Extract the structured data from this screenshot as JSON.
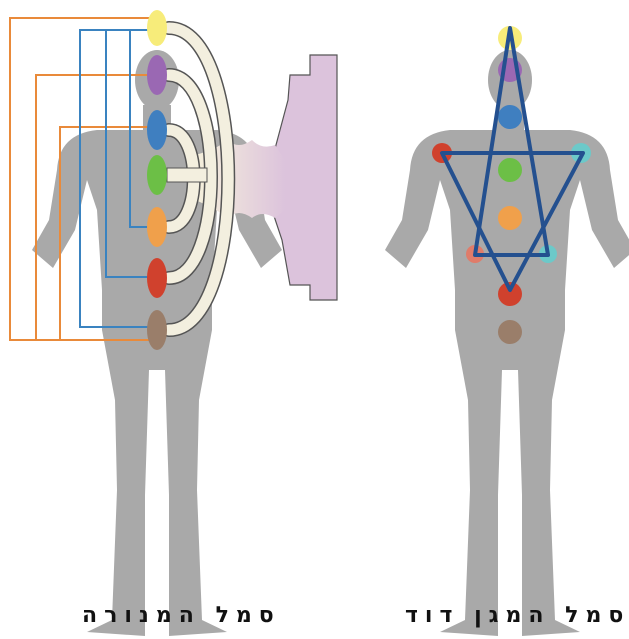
{
  "captions": {
    "menorah": "סמל המנורה",
    "star_of_david": "סמל המגן דוד"
  },
  "colors": {
    "body": "#a9a9a9",
    "orange_line": "#e98a3a",
    "blue_line": "#3a83c0",
    "arc_fill": "#f3efdf",
    "arc_stroke": "#555555",
    "menorah_panel": "#dcc3dc",
    "star": "#24508f"
  },
  "chakras": [
    {
      "name": "crown",
      "color": "#f7ec7a"
    },
    {
      "name": "third-eye",
      "color": "#9a68b3"
    },
    {
      "name": "throat",
      "color": "#3f7fc0"
    },
    {
      "name": "heart",
      "color": "#6cbf46"
    },
    {
      "name": "solar-plexus",
      "color": "#f0a04b"
    },
    {
      "name": "sacral",
      "color": "#d0412d"
    },
    {
      "name": "root",
      "color": "#9a7e6a"
    }
  ]
}
